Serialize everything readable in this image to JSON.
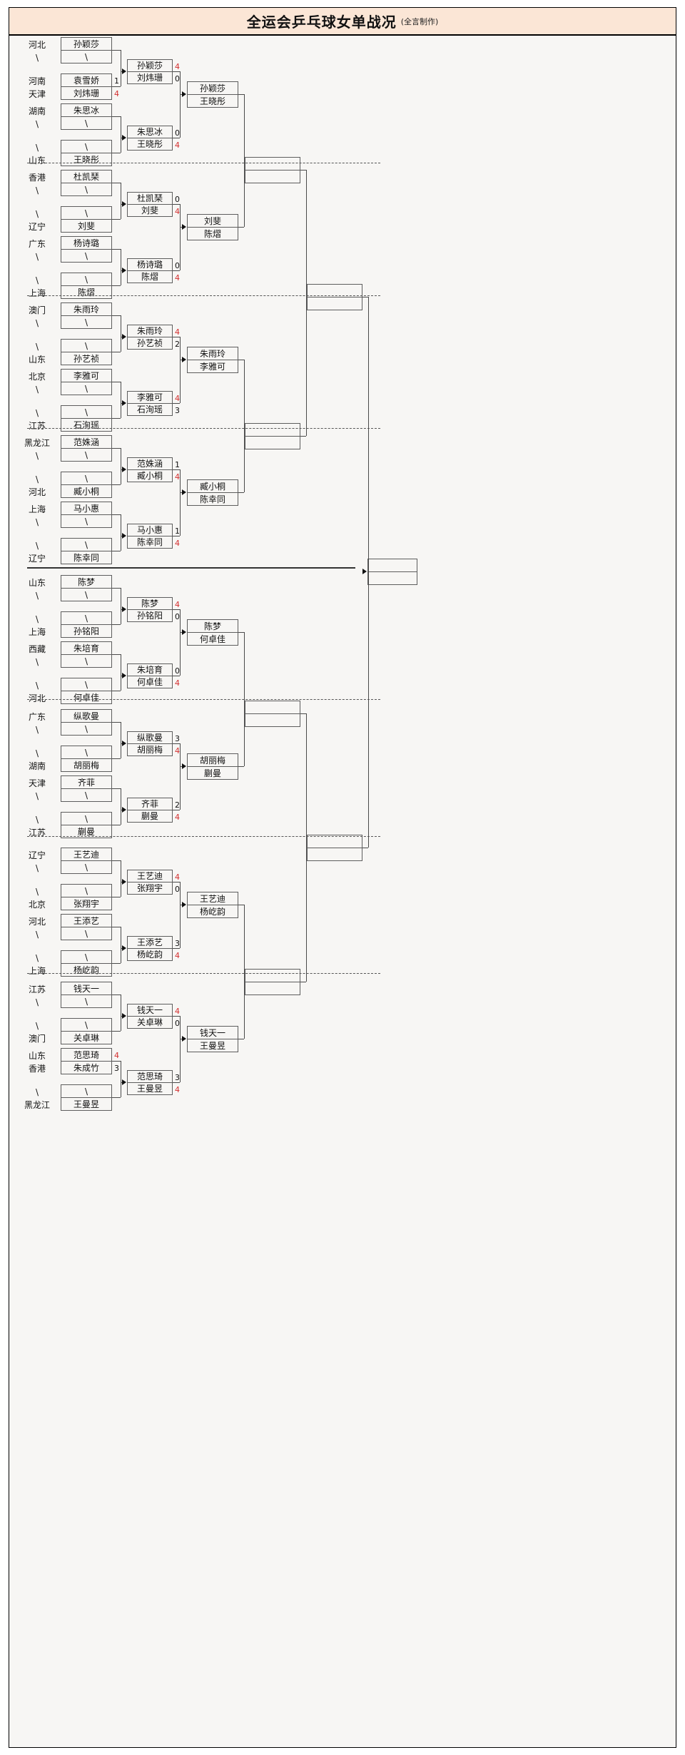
{
  "title": {
    "main": "全运会乒乓球女单战况",
    "note": "(全言制作)"
  },
  "blank_mark": "\\",
  "colors": {
    "winner_score": "#d32f2f",
    "header_bg": "#fbe6d6",
    "page_bg": "#f7f6f4"
  },
  "groups": [
    {
      "id": "g1",
      "r16": [
        {
          "prov_top": "河北",
          "prov_bot": "\\",
          "name_top": "孙颖莎",
          "name_bot": "\\",
          "score_top": "",
          "score_bot": ""
        },
        {
          "prov_top": "河南",
          "prov_bot": "天津",
          "name_top": "袁雪娇",
          "name_bot": "刘炜珊",
          "score_top": "1",
          "score_bot": "4"
        },
        {
          "prov_top": "湖南",
          "prov_bot": "\\",
          "name_top": "朱思冰",
          "name_bot": "\\",
          "score_top": "",
          "score_bot": ""
        },
        {
          "prov_top": "\\",
          "prov_bot": "山东",
          "name_top": "\\",
          "name_bot": "王晓彤",
          "score_top": "",
          "score_bot": ""
        }
      ],
      "r8": [
        {
          "name_top": "孙颖莎",
          "name_bot": "刘炜珊",
          "score_top": "4",
          "score_bot": "0"
        },
        {
          "name_top": "朱思冰",
          "name_bot": "王晓彤",
          "score_top": "0",
          "score_bot": "4"
        }
      ],
      "r4": {
        "name_top": "孙颖莎",
        "name_bot": "王晓彤",
        "score_top": "",
        "score_bot": ""
      }
    },
    {
      "id": "g2",
      "r16": [
        {
          "prov_top": "香港",
          "prov_bot": "\\",
          "name_top": "杜凯琹",
          "name_bot": "\\",
          "score_top": "",
          "score_bot": ""
        },
        {
          "prov_top": "\\",
          "prov_bot": "辽宁",
          "name_top": "\\",
          "name_bot": "刘斐",
          "score_top": "",
          "score_bot": ""
        },
        {
          "prov_top": "广东",
          "prov_bot": "\\",
          "name_top": "杨诗璐",
          "name_bot": "\\",
          "score_top": "",
          "score_bot": ""
        },
        {
          "prov_top": "\\",
          "prov_bot": "上海",
          "name_top": "\\",
          "name_bot": "陈熠",
          "score_top": "",
          "score_bot": ""
        }
      ],
      "r8": [
        {
          "name_top": "杜凯琹",
          "name_bot": "刘斐",
          "score_top": "0",
          "score_bot": "4"
        },
        {
          "name_top": "杨诗璐",
          "name_bot": "陈熠",
          "score_top": "0",
          "score_bot": "4"
        }
      ],
      "r4": {
        "name_top": "刘斐",
        "name_bot": "陈熠",
        "score_top": "",
        "score_bot": ""
      }
    },
    {
      "id": "g3",
      "r16": [
        {
          "prov_top": "澳门",
          "prov_bot": "\\",
          "name_top": "朱雨玲",
          "name_bot": "\\",
          "score_top": "",
          "score_bot": ""
        },
        {
          "prov_top": "\\",
          "prov_bot": "山东",
          "name_top": "\\",
          "name_bot": "孙艺祯",
          "score_top": "",
          "score_bot": ""
        },
        {
          "prov_top": "北京",
          "prov_bot": "\\",
          "name_top": "李雅可",
          "name_bot": "\\",
          "score_top": "",
          "score_bot": ""
        },
        {
          "prov_top": "\\",
          "prov_bot": "江苏",
          "name_top": "\\",
          "name_bot": "石洵瑶",
          "score_top": "",
          "score_bot": ""
        }
      ],
      "r8": [
        {
          "name_top": "朱雨玲",
          "name_bot": "孙艺祯",
          "score_top": "4",
          "score_bot": "2"
        },
        {
          "name_top": "李雅可",
          "name_bot": "石洵瑶",
          "score_top": "4",
          "score_bot": "3"
        }
      ],
      "r4": {
        "name_top": "朱雨玲",
        "name_bot": "李雅可",
        "score_top": "",
        "score_bot": ""
      }
    },
    {
      "id": "g4",
      "r16": [
        {
          "prov_top": "黑龙江",
          "prov_bot": "\\",
          "name_top": "范姝涵",
          "name_bot": "\\",
          "score_top": "",
          "score_bot": ""
        },
        {
          "prov_top": "\\",
          "prov_bot": "河北",
          "name_top": "\\",
          "name_bot": "臧小桐",
          "score_top": "",
          "score_bot": ""
        },
        {
          "prov_top": "上海",
          "prov_bot": "\\",
          "name_top": "马小惠",
          "name_bot": "\\",
          "score_top": "",
          "score_bot": ""
        },
        {
          "prov_top": "\\",
          "prov_bot": "辽宁",
          "name_top": "\\",
          "name_bot": "陈幸同",
          "score_top": "",
          "score_bot": ""
        }
      ],
      "r8": [
        {
          "name_top": "范姝涵",
          "name_bot": "臧小桐",
          "score_top": "1",
          "score_bot": "4"
        },
        {
          "name_top": "马小惠",
          "name_bot": "陈幸同",
          "score_top": "1",
          "score_bot": "4"
        }
      ],
      "r4": {
        "name_top": "臧小桐",
        "name_bot": "陈幸同",
        "score_top": "",
        "score_bot": ""
      }
    },
    {
      "id": "g5",
      "r16": [
        {
          "prov_top": "山东",
          "prov_bot": "\\",
          "name_top": "陈梦",
          "name_bot": "\\",
          "score_top": "",
          "score_bot": ""
        },
        {
          "prov_top": "\\",
          "prov_bot": "上海",
          "name_top": "\\",
          "name_bot": "孙铭阳",
          "score_top": "",
          "score_bot": ""
        },
        {
          "prov_top": "西藏",
          "prov_bot": "\\",
          "name_top": "朱培育",
          "name_bot": "\\",
          "score_top": "",
          "score_bot": ""
        },
        {
          "prov_top": "\\",
          "prov_bot": "河北",
          "name_top": "\\",
          "name_bot": "何卓佳",
          "score_top": "",
          "score_bot": ""
        }
      ],
      "r8": [
        {
          "name_top": "陈梦",
          "name_bot": "孙铭阳",
          "score_top": "4",
          "score_bot": "0"
        },
        {
          "name_top": "朱培育",
          "name_bot": "何卓佳",
          "score_top": "0",
          "score_bot": "4"
        }
      ],
      "r4": {
        "name_top": "陈梦",
        "name_bot": "何卓佳",
        "score_top": "",
        "score_bot": ""
      }
    },
    {
      "id": "g6",
      "r16": [
        {
          "prov_top": "广东",
          "prov_bot": "\\",
          "name_top": "纵歌曼",
          "name_bot": "\\",
          "score_top": "",
          "score_bot": ""
        },
        {
          "prov_top": "\\",
          "prov_bot": "湖南",
          "name_top": "\\",
          "name_bot": "胡丽梅",
          "score_top": "",
          "score_bot": ""
        },
        {
          "prov_top": "天津",
          "prov_bot": "\\",
          "name_top": "齐菲",
          "name_bot": "\\",
          "score_top": "",
          "score_bot": ""
        },
        {
          "prov_top": "\\",
          "prov_bot": "江苏",
          "name_top": "\\",
          "name_bot": "蒯曼",
          "score_top": "",
          "score_bot": ""
        }
      ],
      "r8": [
        {
          "name_top": "纵歌曼",
          "name_bot": "胡丽梅",
          "score_top": "3",
          "score_bot": "4"
        },
        {
          "name_top": "齐菲",
          "name_bot": "蒯曼",
          "score_top": "2",
          "score_bot": "4"
        }
      ],
      "r4": {
        "name_top": "胡丽梅",
        "name_bot": "蒯曼",
        "score_top": "",
        "score_bot": ""
      }
    },
    {
      "id": "g7",
      "r16": [
        {
          "prov_top": "辽宁",
          "prov_bot": "\\",
          "name_top": "王艺迪",
          "name_bot": "\\",
          "score_top": "",
          "score_bot": ""
        },
        {
          "prov_top": "\\",
          "prov_bot": "北京",
          "name_top": "\\",
          "name_bot": "张翔宇",
          "score_top": "",
          "score_bot": ""
        },
        {
          "prov_top": "河北",
          "prov_bot": "\\",
          "name_top": "王添艺",
          "name_bot": "\\",
          "score_top": "",
          "score_bot": ""
        },
        {
          "prov_top": "\\",
          "prov_bot": "上海",
          "name_top": "\\",
          "name_bot": "杨屹韵",
          "score_top": "",
          "score_bot": ""
        }
      ],
      "r8": [
        {
          "name_top": "王艺迪",
          "name_bot": "张翔宇",
          "score_top": "4",
          "score_bot": "0"
        },
        {
          "name_top": "王添艺",
          "name_bot": "杨屹韵",
          "score_top": "3",
          "score_bot": "4"
        }
      ],
      "r4": {
        "name_top": "王艺迪",
        "name_bot": "杨屹韵",
        "score_top": "",
        "score_bot": ""
      }
    },
    {
      "id": "g8",
      "r16": [
        {
          "prov_top": "江苏",
          "prov_bot": "\\",
          "name_top": "钱天一",
          "name_bot": "\\",
          "score_top": "",
          "score_bot": ""
        },
        {
          "prov_top": "\\",
          "prov_bot": "澳门",
          "name_top": "\\",
          "name_bot": "关卓琳",
          "score_top": "",
          "score_bot": ""
        },
        {
          "prov_top": "山东",
          "prov_bot": "香港",
          "name_top": "范思琦",
          "name_bot": "朱成竹",
          "score_top": "4",
          "score_bot": "3"
        },
        {
          "prov_top": "\\",
          "prov_bot": "黑龙江",
          "name_top": "\\",
          "name_bot": "王曼昱",
          "score_top": "",
          "score_bot": ""
        }
      ],
      "r8": [
        {
          "name_top": "钱天一",
          "name_bot": "关卓琳",
          "score_top": "4",
          "score_bot": "0"
        },
        {
          "name_top": "范思琦",
          "name_bot": "王曼昱",
          "score_top": "3",
          "score_bot": "4"
        }
      ],
      "r4": {
        "name_top": "钱天一",
        "name_bot": "王曼昱",
        "score_top": "",
        "score_bot": ""
      }
    }
  ],
  "quarters": [
    {
      "id": "q1",
      "name_top": "",
      "name_bot": ""
    },
    {
      "id": "q2",
      "name_top": "",
      "name_bot": ""
    },
    {
      "id": "q3",
      "name_top": "",
      "name_bot": ""
    },
    {
      "id": "q4",
      "name_top": "",
      "name_bot": ""
    }
  ],
  "semis": [
    {
      "id": "s1",
      "name_top": "",
      "name_bot": ""
    },
    {
      "id": "s2",
      "name_top": "",
      "name_bot": ""
    }
  ],
  "final": {
    "name_top": "",
    "name_bot": ""
  }
}
